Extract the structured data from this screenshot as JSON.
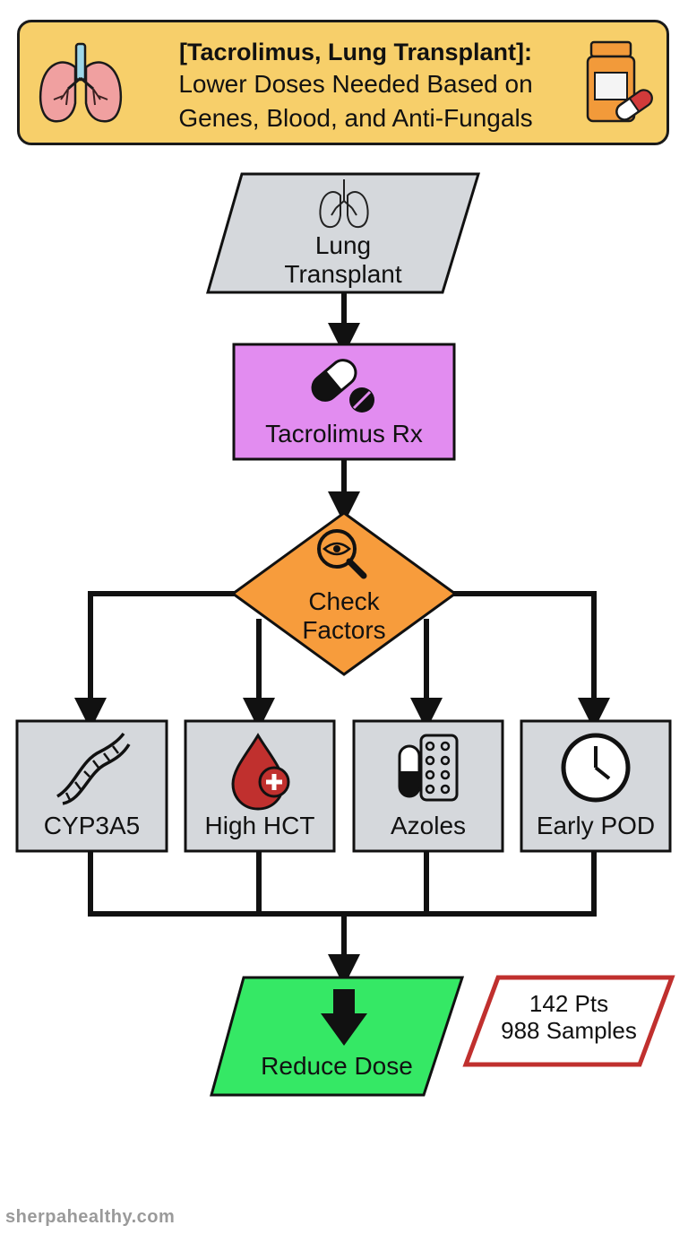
{
  "header": {
    "title": "[Tacrolimus, Lung Transplant]:",
    "subtitle_line1": "Lower Doses Needed Based on",
    "subtitle_line2": "Genes, Blood, and Anti-Fungals",
    "left_icon": "lungs-icon",
    "right_icon": "pill-bottle-icon"
  },
  "flow": {
    "start": {
      "line1": "Lung",
      "line2": "Transplant",
      "icon": "lungs-icon"
    },
    "drug": {
      "label": "Tacrolimus Rx",
      "icon": "pills-icon"
    },
    "decision": {
      "line1": "Check",
      "line2": "Factors",
      "icon": "magnifier-eye-icon"
    },
    "factors": [
      {
        "label": "CYP3A5",
        "icon": "dna-icon"
      },
      {
        "label": "High HCT",
        "icon": "blood-drop-icon"
      },
      {
        "label": "Azoles",
        "icon": "pill-pack-icon"
      },
      {
        "label": "Early POD",
        "icon": "clock-icon"
      }
    ],
    "result": {
      "label": "Reduce Dose",
      "icon": "down-arrow-icon"
    }
  },
  "stats": {
    "line1": "142 Pts",
    "line2": "988 Samples"
  },
  "footer": {
    "site": "sherpahealthy.com"
  },
  "colors": {
    "banner": "#f7cf6a",
    "io_box": "#d5d8dc",
    "drug_box": "#e28cf0",
    "decision": "#f79c3c",
    "result": "#35e865",
    "stats_border": "#c0302e"
  }
}
